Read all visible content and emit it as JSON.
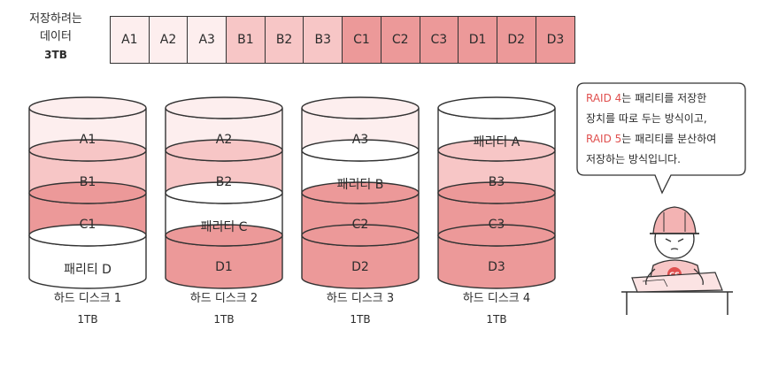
{
  "data_label": {
    "line1": "저장하려는",
    "line2": "데이터",
    "size": "3TB"
  },
  "blocks": [
    {
      "label": "A1",
      "level": 1
    },
    {
      "label": "A2",
      "level": 1
    },
    {
      "label": "A3",
      "level": 1
    },
    {
      "label": "B1",
      "level": 2
    },
    {
      "label": "B2",
      "level": 2
    },
    {
      "label": "B3",
      "level": 2
    },
    {
      "label": "C1",
      "level": 3
    },
    {
      "label": "C2",
      "level": 3
    },
    {
      "label": "C3",
      "level": 3
    },
    {
      "label": "D1",
      "level": 3
    },
    {
      "label": "D2",
      "level": 3
    },
    {
      "label": "D3",
      "level": 3
    }
  ],
  "disks": [
    {
      "name": "하드 디스크 1",
      "size": "1TB",
      "segments": [
        {
          "label": "A1",
          "level": 1
        },
        {
          "label": "B1",
          "level": 2
        },
        {
          "label": "C1",
          "level": 3
        },
        {
          "label": "패리티 D",
          "level": 0
        }
      ]
    },
    {
      "name": "하드 디스크 2",
      "size": "1TB",
      "segments": [
        {
          "label": "A2",
          "level": 1
        },
        {
          "label": "B2",
          "level": 2
        },
        {
          "label": "패리티 C",
          "level": 0
        },
        {
          "label": "D1",
          "level": 3
        }
      ]
    },
    {
      "name": "하드 디스크 3",
      "size": "1TB",
      "segments": [
        {
          "label": "A3",
          "level": 1
        },
        {
          "label": "패리티 B",
          "level": 0
        },
        {
          "label": "C2",
          "level": 3
        },
        {
          "label": "D2",
          "level": 3
        }
      ]
    },
    {
      "name": "하드 디스크 4",
      "size": "1TB",
      "segments": [
        {
          "label": "패리티 A",
          "level": 0
        },
        {
          "label": "B3",
          "level": 2
        },
        {
          "label": "C3",
          "level": 3
        },
        {
          "label": "D3",
          "level": 3
        }
      ]
    }
  ],
  "bubble": {
    "raid4": "RAID 4",
    "line1_rest": "는 패리티를 저장한",
    "line2": "장치를 따로 두는 방식이고,",
    "raid5": "RAID 5",
    "line3_rest": "는 패리티를 분산하여",
    "line4": "저장하는 방식입니다."
  },
  "character": {
    "helmet_text": "CS"
  },
  "colors": {
    "level0": "#ffffff",
    "level1": "#fdeeee",
    "level2": "#f7c6c6",
    "level3": "#ec9999",
    "outline": "#333333",
    "highlight": "#e0504f"
  }
}
